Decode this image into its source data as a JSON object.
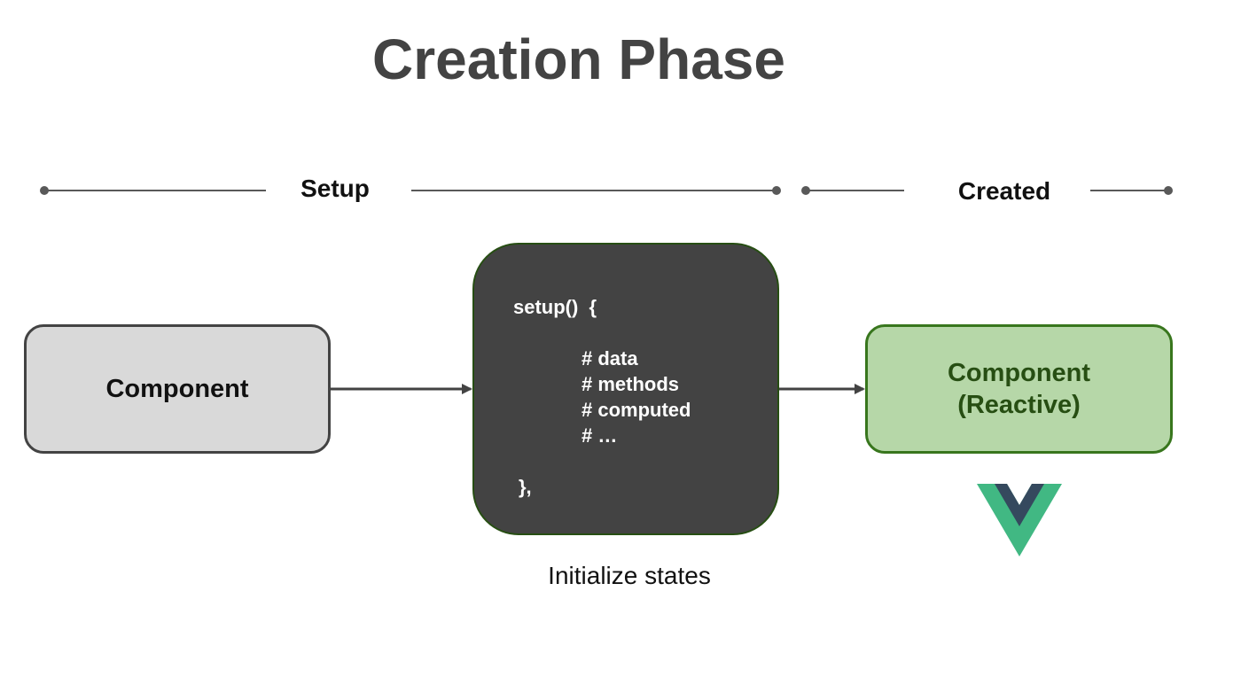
{
  "title": "Creation Phase",
  "phases": {
    "setup_label": "Setup",
    "created_label": "Created"
  },
  "nodes": {
    "component": "Component",
    "setup_block": {
      "open": "setup()  {",
      "items": [
        "# data",
        "# methods",
        "# computed",
        "# …"
      ],
      "close": "},"
    },
    "reactive": {
      "line1": "Component",
      "line2": "(Reactive)"
    }
  },
  "caption": "Initialize states",
  "colors": {
    "title": "#434343",
    "timeline": "#555555",
    "component_fill": "#d9d9d9",
    "setup_fill": "#434343",
    "setup_border": "#274e13",
    "reactive_fill": "#b6d7a8",
    "reactive_border": "#38761d",
    "reactive_text": "#274e13",
    "vue_green": "#41b883",
    "vue_dark": "#35495e"
  },
  "icons": {
    "logo": "vue-logo-icon"
  }
}
